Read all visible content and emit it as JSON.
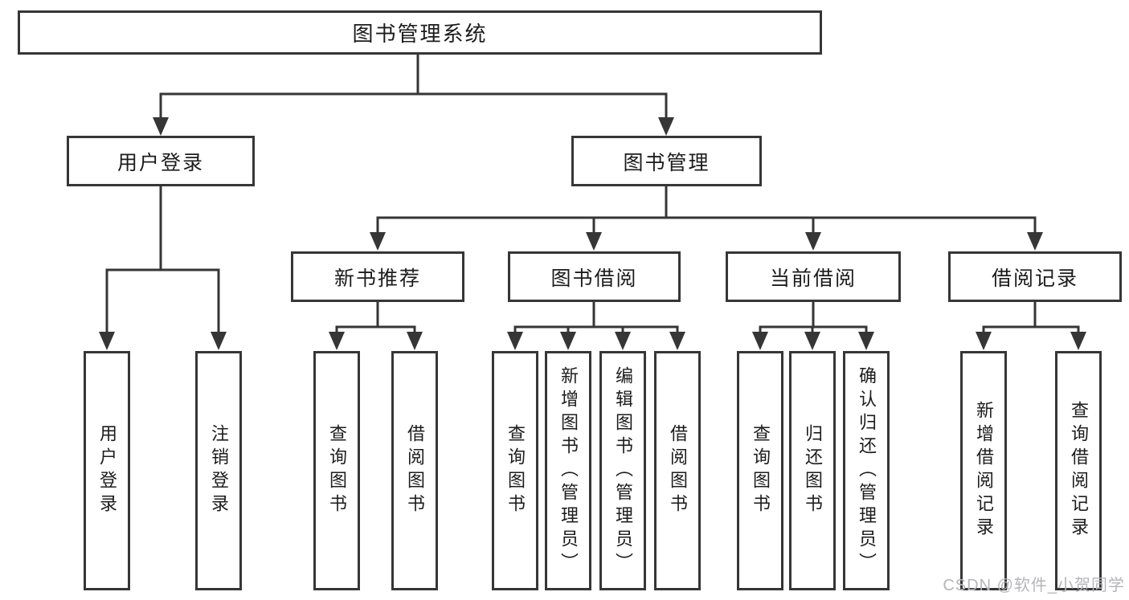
{
  "tree": {
    "root": {
      "label": "图书管理系统",
      "children": [
        {
          "label": "用户登录",
          "children": [
            {
              "label": "用户登录"
            },
            {
              "label": "注销登录"
            }
          ]
        },
        {
          "label": "图书管理",
          "children": [
            {
              "label": "新书推荐",
              "children": [
                {
                  "label": "查询图书"
                },
                {
                  "label": "借阅图书"
                }
              ]
            },
            {
              "label": "图书借阅",
              "children": [
                {
                  "label": "查询图书"
                },
                {
                  "label": "新增图书（管理员）"
                },
                {
                  "label": "编辑图书（管理员）"
                },
                {
                  "label": "借阅图书"
                }
              ]
            },
            {
              "label": "当前借阅",
              "children": [
                {
                  "label": "查询图书"
                },
                {
                  "label": "归还图书"
                },
                {
                  "label": "确认归还（管理员）"
                }
              ]
            },
            {
              "label": "借阅记录",
              "children": [
                {
                  "label": "新增借阅记录"
                },
                {
                  "label": "查询借阅记录"
                }
              ]
            }
          ]
        }
      ]
    }
  },
  "watermark": {
    "text": "CSDN @软件_小贺同学"
  },
  "colors": {
    "line": "#363636",
    "text": "#1c1c1c",
    "box_background": "#ffffff",
    "watermark": "#b6b6ba",
    "background": "#ffffff"
  }
}
